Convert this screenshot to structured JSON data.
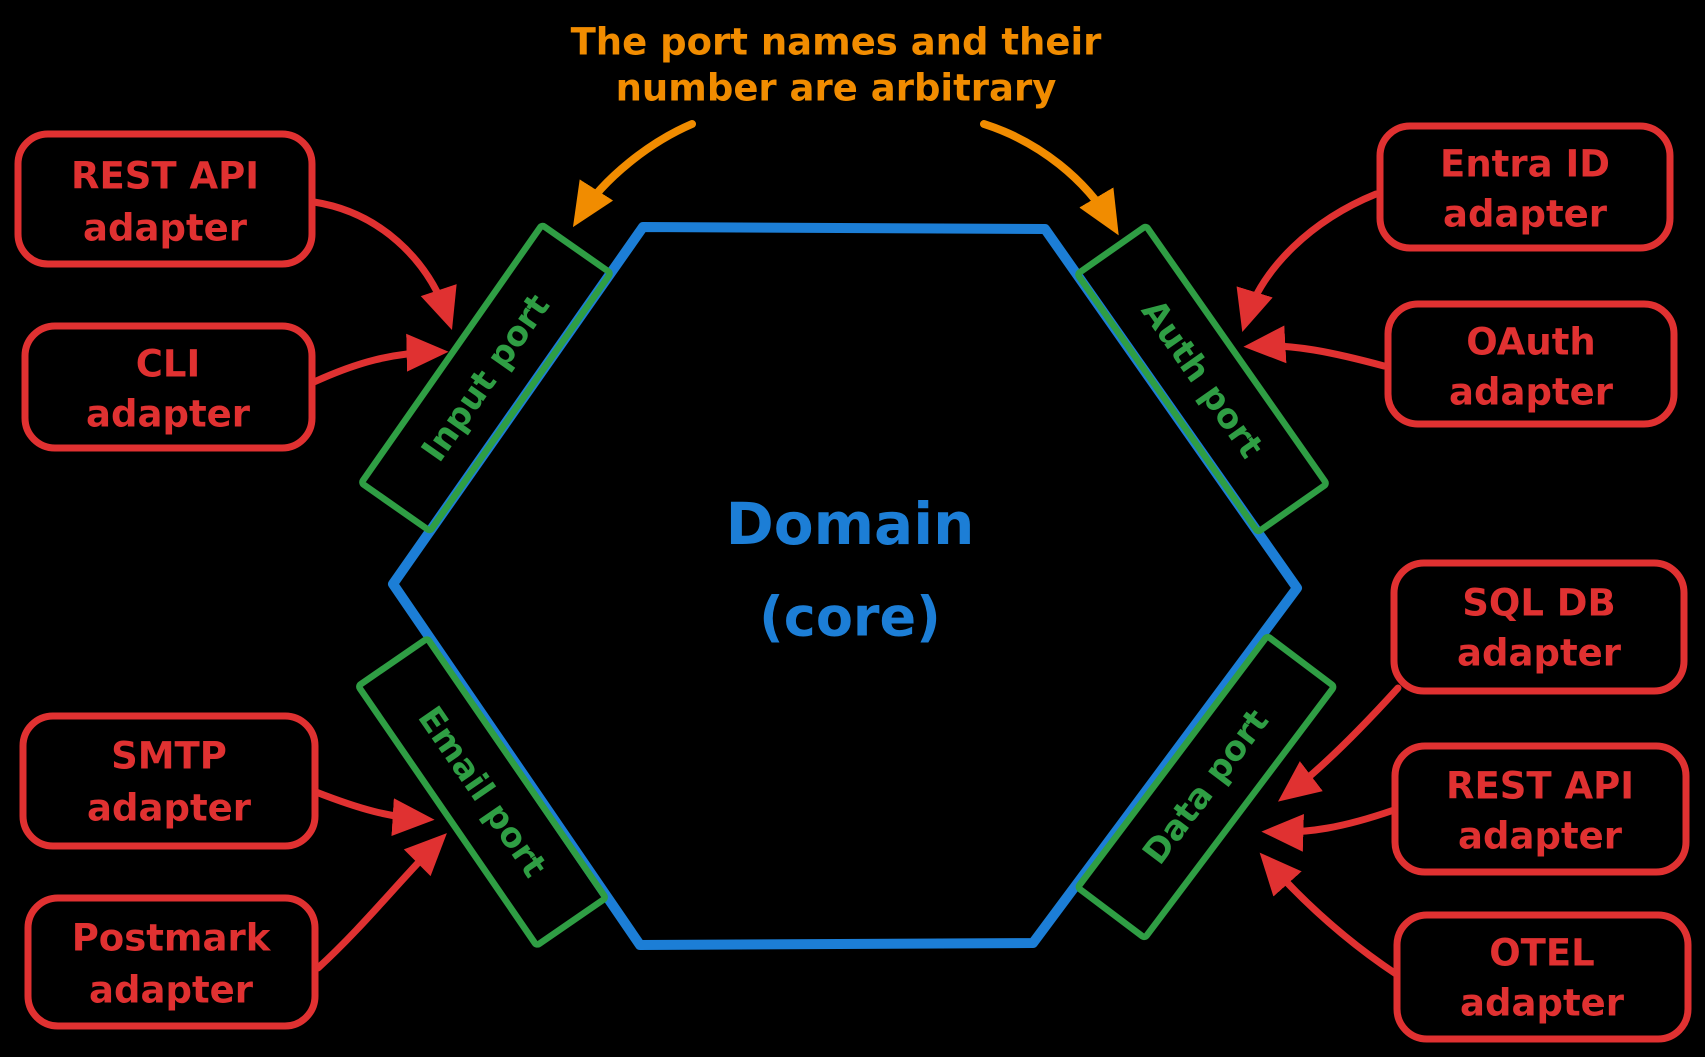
{
  "colors": {
    "bg": "#000000",
    "blue": "#1c7ed6",
    "green": "#2f9e44",
    "red": "#e03131",
    "orange": "#f18c00"
  },
  "annotation": {
    "line1": "The port names and their",
    "line2": "number are arbitrary"
  },
  "core": {
    "name": "Domain",
    "qualifier": "(core)"
  },
  "ports": {
    "input": {
      "label": "Input port"
    },
    "auth": {
      "label": "Auth port"
    },
    "email": {
      "label": "Email port"
    },
    "data": {
      "label": "Data port"
    }
  },
  "adapters": {
    "rest_api_left": {
      "line1": "REST API",
      "line2": "adapter"
    },
    "cli": {
      "line1": "CLI",
      "line2": "adapter"
    },
    "smtp": {
      "line1": "SMTP",
      "line2": "adapter"
    },
    "postmark": {
      "line1": "Postmark",
      "line2": "adapter"
    },
    "entra_id": {
      "line1": "Entra ID",
      "line2": "adapter"
    },
    "oauth": {
      "line1": "OAuth",
      "line2": "adapter"
    },
    "sql_db": {
      "line1": "SQL DB",
      "line2": "adapter"
    },
    "rest_api_right": {
      "line1": "REST API",
      "line2": "adapter"
    },
    "otel": {
      "line1": "OTEL",
      "line2": "adapter"
    }
  }
}
